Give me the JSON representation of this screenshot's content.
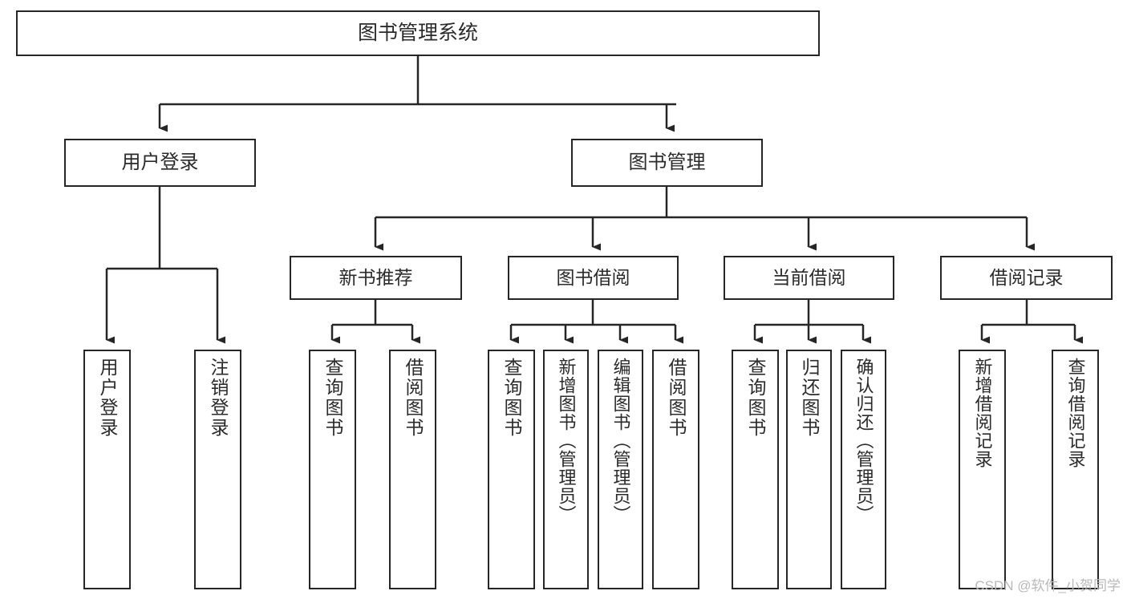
{
  "diagram": {
    "title": "图书管理系统",
    "type": "hierarchy-tree",
    "watermark": "CSDN @软件_小贺同学",
    "colors": {
      "box_border": "#262626",
      "box_fill": "#ffffff",
      "connector": "#262626",
      "text": "#2b2b2b",
      "watermark": "#b9b9b9"
    },
    "root": {
      "label": "图书管理系统"
    },
    "level1": [
      {
        "label": "用户登录"
      },
      {
        "label": "图书管理"
      }
    ],
    "level2": [
      {
        "label": "新书推荐"
      },
      {
        "label": "图书借阅"
      },
      {
        "label": "当前借阅"
      },
      {
        "label": "借阅记录"
      }
    ],
    "leaves": {
      "user_login": [
        {
          "label": "用户登录"
        },
        {
          "label": "注销登录"
        }
      ],
      "new_book_recommend": [
        {
          "label": "查询图书"
        },
        {
          "label": "借阅图书"
        }
      ],
      "book_borrow": [
        {
          "label": "查询图书"
        },
        {
          "label": "新增图书（管理员）"
        },
        {
          "label": "编辑图书（管理员）"
        },
        {
          "label": "借阅图书"
        }
      ],
      "current_borrow": [
        {
          "label": "查询图书"
        },
        {
          "label": "归还图书"
        },
        {
          "label": "确认归还（管理员）"
        }
      ],
      "borrow_record": [
        {
          "label": "新增借阅记录"
        },
        {
          "label": "查询借阅记录"
        }
      ]
    }
  }
}
